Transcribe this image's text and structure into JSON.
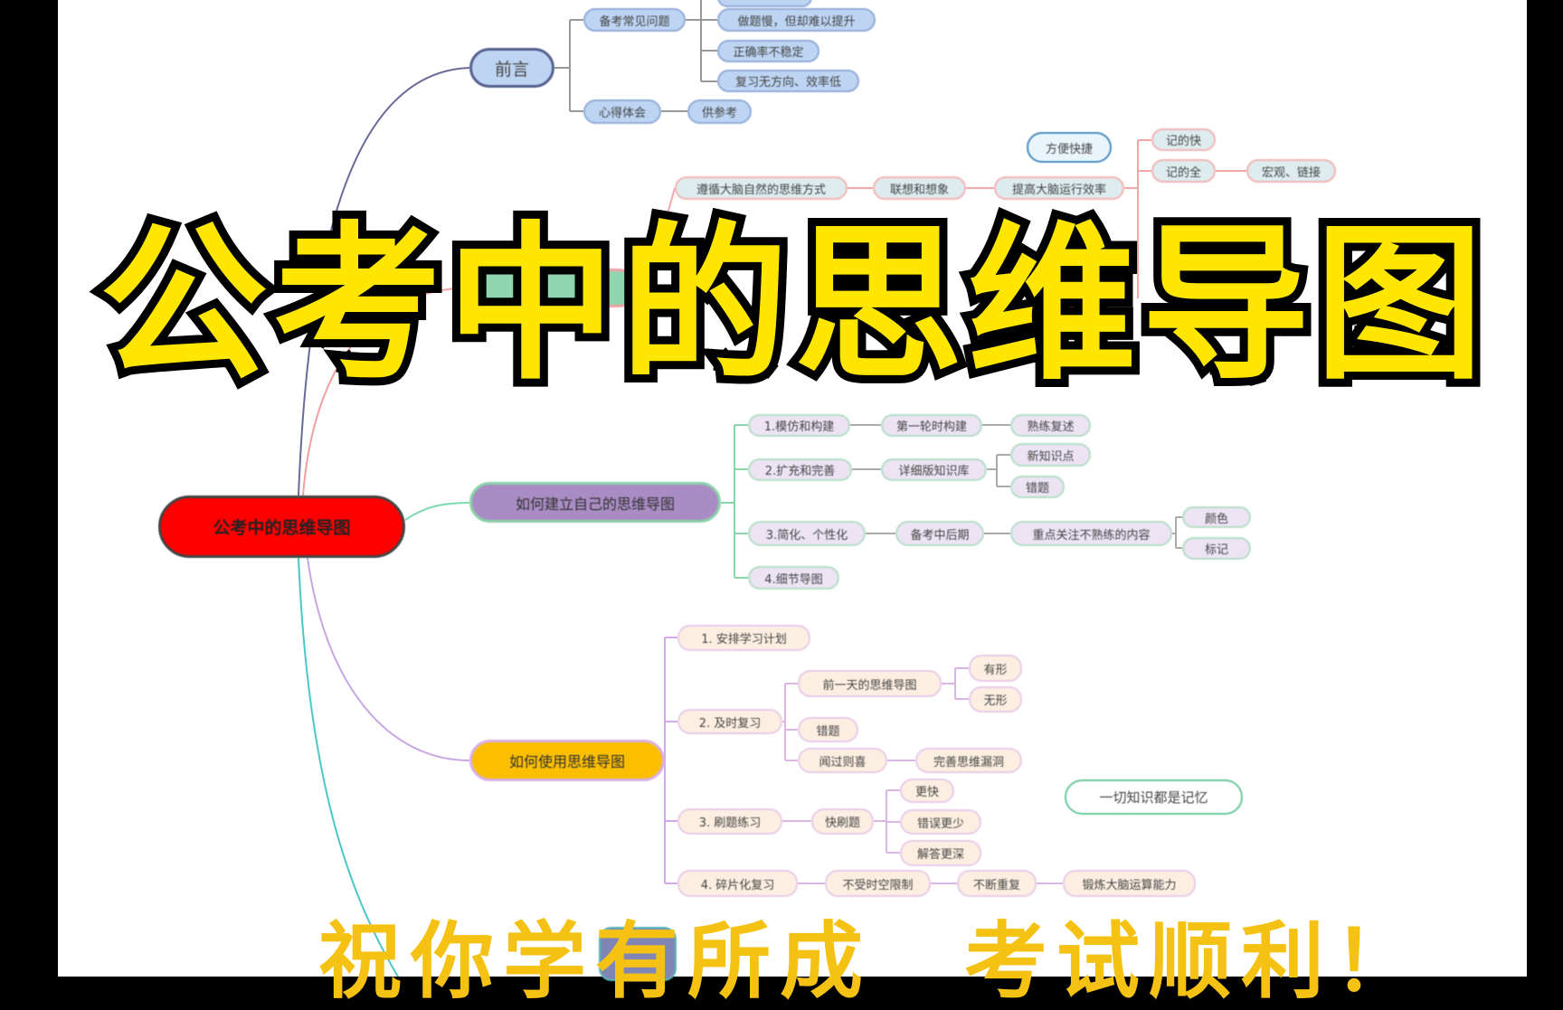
{
  "title_overlay": "公考中的思维导图",
  "bottom_overlay": "祝你学有所成　考试顺利！",
  "colors": {
    "title_fill": "#ffe600",
    "title_stroke": "#000000",
    "root": "#ff0000",
    "preface": "#9bbfee",
    "build": "#a98cc4",
    "use": "#fcbf00",
    "bless": "#f5c214"
  },
  "mindmap": {
    "root": "公考中的思维导图",
    "preface": {
      "label": "前言",
      "problems": {
        "label": "备考常见问题",
        "items": [
          "做题慢，但却难以提升",
          "正确率不稳定",
          "复习无方向、效率低"
        ]
      },
      "insight": {
        "label": "心得体会",
        "child": "供参考"
      }
    },
    "why": {
      "chain": [
        "遵循大脑自然的思维方式",
        "联想和想象",
        "提高大脑运行效率"
      ],
      "callout": "方便快捷",
      "results": [
        "记的快",
        "记的全"
      ],
      "detail": "宏观、链接"
    },
    "build": {
      "label": "如何建立自己的思维导图",
      "steps": [
        {
          "label": "1.模仿和构建",
          "child": "第一轮时构建",
          "leaf": "熟练复述"
        },
        {
          "label": "2.扩充和完善",
          "child": "详细版知识库",
          "leaves": [
            "新知识点",
            "错题"
          ]
        },
        {
          "label": "3.简化、个性化",
          "child": "备考中后期",
          "sub": "重点关注不熟练的内容",
          "leaves": [
            "颜色",
            "标记"
          ]
        },
        {
          "label": "4.细节导图"
        }
      ]
    },
    "use": {
      "label": "如何使用思维导图",
      "steps": [
        {
          "label": "1. 安排学习计划"
        },
        {
          "label": "2. 及时复习",
          "children": [
            {
              "label": "前一天的思维导图",
              "leaves": [
                "有形",
                "无形"
              ]
            },
            {
              "label": "错题"
            },
            {
              "label": "闻过则喜",
              "leaf": "完善思维漏洞"
            }
          ]
        },
        {
          "label": "3. 刷题练习",
          "child": "快刷题",
          "leaves": [
            "更快",
            "错误更少",
            "解答更深"
          ]
        },
        {
          "label": "4. 碎片化复习",
          "chain": [
            "不受时空限制",
            "不断重复",
            "锻炼大脑运算能力"
          ]
        }
      ],
      "note": "一切知识都是记忆"
    }
  }
}
